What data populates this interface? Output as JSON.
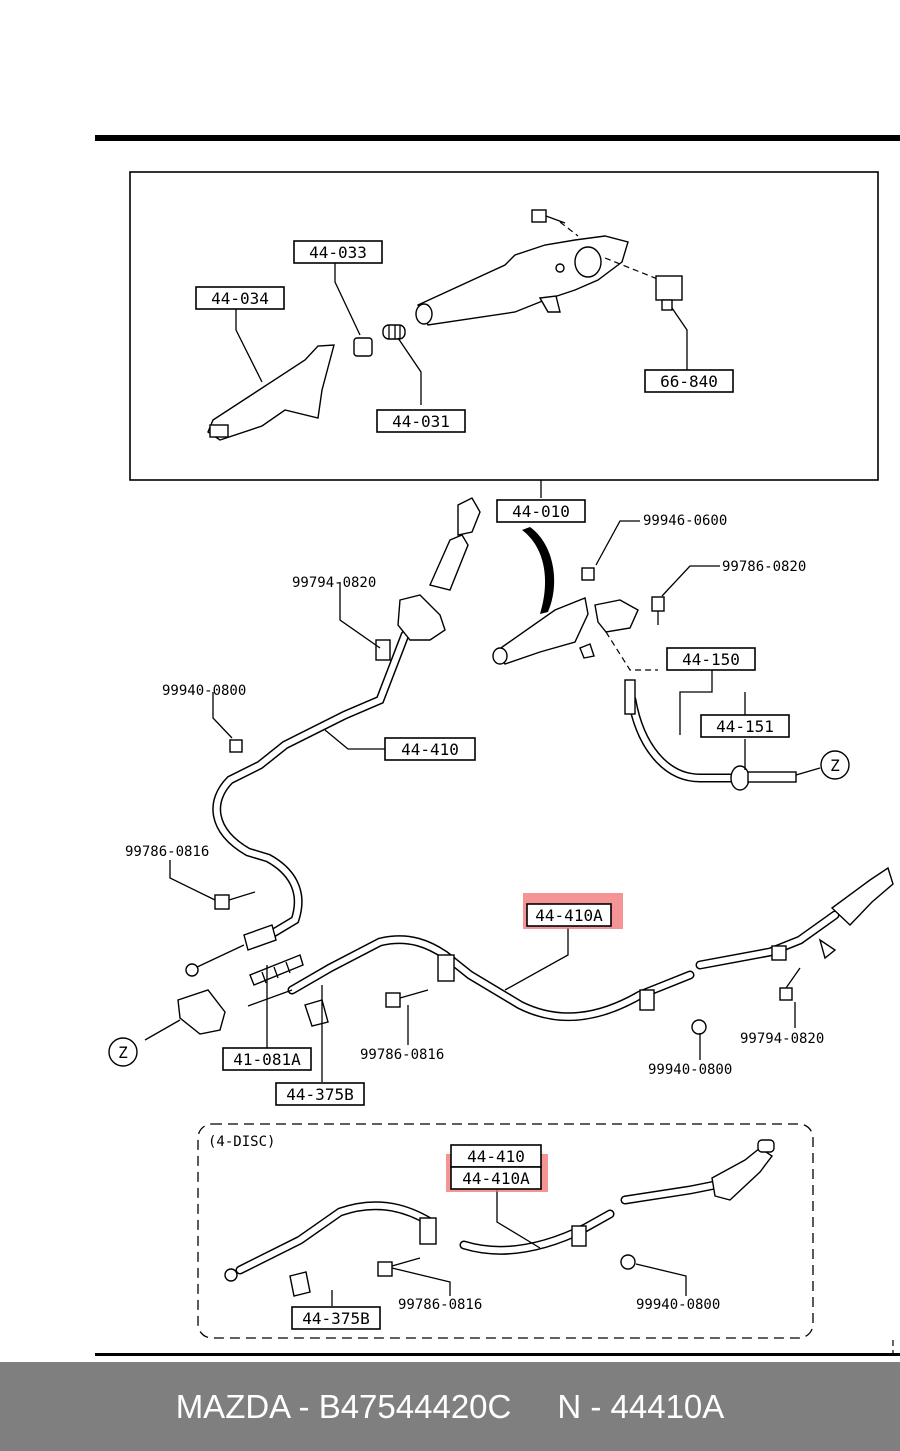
{
  "labels": {
    "p44034": "44-034",
    "p44033": "44-033",
    "p44031": "44-031",
    "p66840": "66-840",
    "p44010": "44-010",
    "p99946_0600": "99946-0600",
    "p99786_0820": "99786-0820",
    "p99794_0820_a": "99794-0820",
    "p44150": "44-150",
    "p44151": "44-151",
    "z_right": "Z",
    "p99940_0800_a": "99940-0800",
    "p44410": "44-410",
    "p99786_0816_a": "99786-0816",
    "p44410A": "44-410A",
    "p99786_0816_b": "99786-0816",
    "p99794_0820_b": "99794-0820",
    "p99940_0800_b": "99940-0800",
    "z_left": "Z",
    "p41081A": "41-081A",
    "p44375B": "44-375B",
    "disc_caption": "(4-DISC)",
    "p44410_disc": "44-410",
    "p44410A_disc": "44-410A",
    "p44375B_disc": "44-375B",
    "p99786_0816_disc": "99786-0816",
    "p99940_0800_disc": "99940-0800"
  },
  "highlight_color": "#f06b6b",
  "footer": {
    "left": "MAZDA - B47544420C",
    "right": "N - 44410A"
  }
}
